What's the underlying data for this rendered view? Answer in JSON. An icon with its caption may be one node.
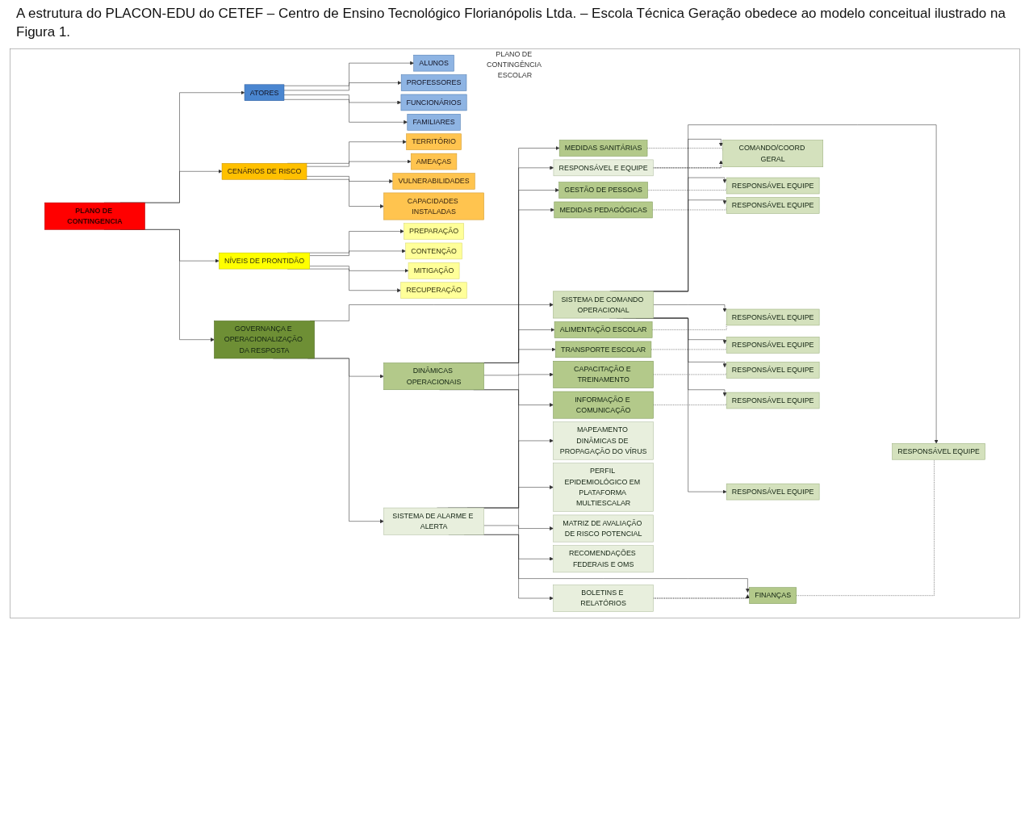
{
  "diagram": {
    "title": "A estrutura do PLACON-EDU do CETEF – Centro de Ensino Tecnológico Florianópolis Ltda. – Escola Técnica Geração obedece ao modelo conceitual ilustrado na Figura 1.",
    "nodes": [
      {
        "text": [
          "PLANO DE CONTINGÊNCIA ESCOLAR"
        ]
      },
      {
        "text": [
          "PLANO DE CONTINGENCIA"
        ],
        "in": 0
      },
      {
        "text": [
          "ATORES"
        ],
        "in": 0
      },
      {
        "text": [
          "CENÁRIOS DE RISCO"
        ],
        "in": 0
      },
      {
        "text": [
          "NÍVEIS DE PRONTIDÃO"
        ],
        "in": 0
      },
      {
        "text": [
          "GOVERNANÇA E OPERACIONALIZAÇÃO DA RESPOSTA"
        ],
        "in": 0
      },
      {
        "text": [
          "ALUNOS"
        ],
        "in": 0
      },
      {
        "text": [
          "PROFESSORES"
        ],
        "in": 0
      },
      {
        "text": [
          "FUNCIONÁRIOS"
        ],
        "in": 0
      },
      {
        "text": [
          "FAMILIARES"
        ],
        "in": 0
      },
      {
        "text": [
          "TERRITÓRIO"
        ],
        "in": 0
      },
      {
        "text": [
          "AMEAÇAS"
        ],
        "in": 0
      },
      {
        "text": [
          "VULNERABILIDADES"
        ],
        "in": 0
      },
      {
        "text": [
          "CAPACIDADES INSTALADAS"
        ],
        "in": 0
      },
      {
        "text": [
          "PREPARAÇÃO"
        ],
        "in": 0
      },
      {
        "text": [
          "CONTENÇÃO"
        ],
        "in": 0
      },
      {
        "text": [
          "MITIGAÇÃO"
        ],
        "in": 0
      },
      {
        "text": [
          "RECUPERAÇÃO"
        ],
        "in": 0
      },
      {
        "text": [
          "DINÂMICAS OPERACIONAIS"
        ],
        "in": 0
      },
      {
        "text": [
          "SISTEMA DE COMANDO OPERACIONAL"
        ],
        "in": 0
      },
      {
        "text": [
          "SISTEMA DE ALARME E ALERTA"
        ],
        "in": 0
      },
      {
        "text": [
          "MEDIDAS SANITÁRIAS"
        ],
        "in": 0
      },
      {
        "text": [
          "GESTÃO DE PESSOAS"
        ],
        "in": 0
      },
      {
        "text": [
          "MEDIDAS PEDAGÓGICAS"
        ],
        "in": 0
      },
      {
        "text": [
          "ALIMENTAÇÃO ESCOLAR"
        ],
        "in": 0
      },
      {
        "text": [
          "TRANSPORTE ESCOLAR"
        ],
        "in": 0
      },
      {
        "text": [
          "CAPACITAÇÃO E TREINAMENTO"
        ],
        "in": 0
      },
      {
        "text": [
          "INFORMAÇÃO E COMUNICAÇÃO"
        ],
        "in": 0
      },
      {
        "text": [
          "FINANÇAS"
        ],
        "in": 0
      },
      {
        "text": [
          "COMANDO/COORD GERAL"
        ],
        "in": 0
      },
      {
        "text": [
          "RESPONSÁVEL EQUIPE"
        ],
        "in": 0
      },
      {
        "text": [
          "RESPONSÁVEL EQUIPE"
        ],
        "in": 0
      },
      {
        "text": [
          "RESPONSÁVEL EQUIPE"
        ],
        "in": 0
      },
      {
        "text": [
          "RESPONSÁVEL EQUIPE"
        ],
        "in": 0
      },
      {
        "text": [
          "RESPONSÁVEL EQUIPE"
        ],
        "in": 0
      },
      {
        "text": [
          "RESPONSÁVEL EQUIPE"
        ],
        "in": 0
      },
      {
        "text": [
          "RESPONSÁVEL EQUIPE"
        ],
        "in": 0
      },
      {
        "text": [
          "RESPONSÁVEL EQUIPE"
        ],
        "in": 0
      },
      {
        "text": [
          "RESPONSÁVEL E EQUIPE"
        ],
        "in": 0
      },
      {
        "text": [
          "MAPEAMENTO DINÂMICAS DE PROPAGAÇÃO DO VÍRUS"
        ],
        "in": 0
      },
      {
        "text": [
          "PERFIL EPIDEMIOLÓGICO EM PLATAFORMA MULTIESCALAR"
        ],
        "in": 0
      },
      {
        "text": [
          "MATRIZ DE AVALIAÇÃO DE RISCO POTENCIAL"
        ],
        "in": 0
      },
      {
        "text": [
          "RECOMENDAÇÕES FEDERAIS E OMS"
        ],
        "in": 0
      },
      {
        "text": [
          "BOLETINS E RELATÓRIOS"
        ],
        "in": 0
      }
    ],
    "edges": [
      {
        "from": 1,
        "to": 2,
        "arrow": "to"
      },
      {
        "from": 1,
        "to": 3,
        "arrow": "to"
      },
      {
        "from": 1,
        "to": 4,
        "arrow": "to"
      },
      {
        "from": 1,
        "to": 5,
        "arrow": "to"
      },
      {
        "from": 2,
        "to": 6,
        "arrow": "to"
      },
      {
        "from": 2,
        "to": 7,
        "arrow": "to"
      },
      {
        "from": 2,
        "to": 8,
        "arrow": "to"
      },
      {
        "from": 2,
        "to": 9,
        "arrow": "to"
      },
      {
        "from": 3,
        "to": 10,
        "arrow": "to"
      },
      {
        "from": 3,
        "to": 11,
        "arrow": "to"
      },
      {
        "from": 3,
        "to": 12,
        "arrow": "to"
      },
      {
        "from": 3,
        "to": 13,
        "arrow": "to"
      },
      {
        "from": 4,
        "to": 14,
        "arrow": "to"
      },
      {
        "from": 4,
        "to": 15,
        "arrow": "to"
      },
      {
        "from": 4,
        "to": 16,
        "arrow": "to"
      },
      {
        "from": 4,
        "to": 17,
        "arrow": "to"
      },
      {
        "from": 5,
        "to": 18,
        "arrow": "to"
      },
      {
        "from": 5,
        "to": 19,
        "arrow": "to"
      },
      {
        "from": 5,
        "to": 20,
        "arrow": "to"
      },
      {
        "from": 18,
        "to": 21,
        "arrow": "to"
      },
      {
        "from": 18,
        "to": 22,
        "arrow": "to"
      },
      {
        "from": 18,
        "to": 23,
        "arrow": "to"
      },
      {
        "from": 18,
        "to": 24,
        "arrow": "to"
      },
      {
        "from": 18,
        "to": 25,
        "arrow": "to"
      },
      {
        "from": 18,
        "to": 26,
        "arrow": "to"
      },
      {
        "from": 18,
        "to": 27,
        "arrow": "to"
      },
      {
        "from": 18,
        "to": 28,
        "arrow": "to"
      },
      {
        "from": 19,
        "to": 29,
        "arrow": "to"
      },
      {
        "from": 19,
        "to": 30,
        "arrow": "to"
      },
      {
        "from": 19,
        "to": 31,
        "arrow": "to"
      },
      {
        "from": 19,
        "to": 32,
        "arrow": "to"
      },
      {
        "from": 19,
        "to": 33,
        "arrow": "to"
      },
      {
        "from": 19,
        "to": 34,
        "arrow": "to"
      },
      {
        "from": 19,
        "to": 35,
        "arrow": "to"
      },
      {
        "from": 19,
        "to": 36,
        "arrow": "to"
      },
      {
        "from": 19,
        "to": 37,
        "arrow": "to"
      },
      {
        "from": 20,
        "to": 38,
        "arrow": "to"
      },
      {
        "from": 20,
        "to": 39,
        "arrow": "to"
      },
      {
        "from": 20,
        "to": 40,
        "arrow": "to"
      },
      {
        "from": 20,
        "to": 41,
        "arrow": "to"
      },
      {
        "from": 20,
        "to": 42,
        "arrow": "to"
      },
      {
        "from": 20,
        "to": 43,
        "arrow": "to"
      },
      {
        "from": 21,
        "to": 29,
        "arrow": "none",
        "style": "dashed"
      },
      {
        "from": 22,
        "to": 30,
        "arrow": "none",
        "style": "dashed"
      },
      {
        "from": 23,
        "to": 31,
        "arrow": "none",
        "style": "dashed"
      },
      {
        "from": 24,
        "to": 32,
        "arrow": "none",
        "style": "dashed"
      },
      {
        "from": 25,
        "to": 33,
        "arrow": "none",
        "style": "dashed"
      },
      {
        "from": 26,
        "to": 34,
        "arrow": "none",
        "style": "dashed"
      },
      {
        "from": 27,
        "to": 35,
        "arrow": "none",
        "style": "dashed"
      },
      {
        "from": 28,
        "to": 37,
        "arrow": "none",
        "style": "dashed"
      },
      {
        "from": 38,
        "to": 29,
        "arrow": "to",
        "style": "dashed",
        "color": "#222222"
      },
      {
        "from": 43,
        "to": 28,
        "arrow": "to",
        "style": "dashed",
        "color": "#222222"
      }
    ]
  }
}
